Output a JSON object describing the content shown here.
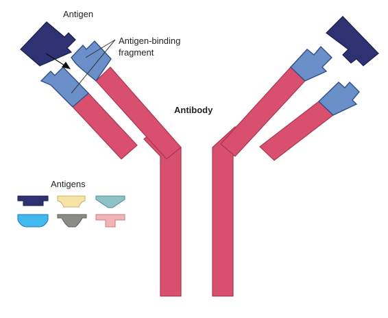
{
  "labels": {
    "antigen": "Antigen",
    "fragment_line1": "Antigen-binding",
    "fragment_line2": "fragment",
    "antibody": "Antibody",
    "antigens_legend": "Antigens"
  },
  "colors": {
    "heavy_chain": "#d8506e",
    "heavy_chain_stroke": "#a9354f",
    "binding_site": "#6b8fc8",
    "binding_site_stroke": "#2f4f88",
    "antigen_navy": "#2e3272",
    "antigen_yellow": "#f6e3a6",
    "antigen_teal": "#8cc2c8",
    "antigen_cyan": "#41b8ee",
    "antigen_gray": "#8a8d85",
    "antigen_pink": "#f2b4b6"
  },
  "legend_antigens": [
    {
      "name": "navy-antigen-shape",
      "color_key": "antigen_navy"
    },
    {
      "name": "yellow-antigen-shape",
      "color_key": "antigen_yellow"
    },
    {
      "name": "teal-antigen-shape",
      "color_key": "antigen_teal"
    },
    {
      "name": "cyan-antigen-shape",
      "color_key": "antigen_cyan"
    },
    {
      "name": "gray-antigen-shape",
      "color_key": "antigen_gray"
    },
    {
      "name": "pink-antigen-shape",
      "color_key": "antigen_pink"
    }
  ]
}
